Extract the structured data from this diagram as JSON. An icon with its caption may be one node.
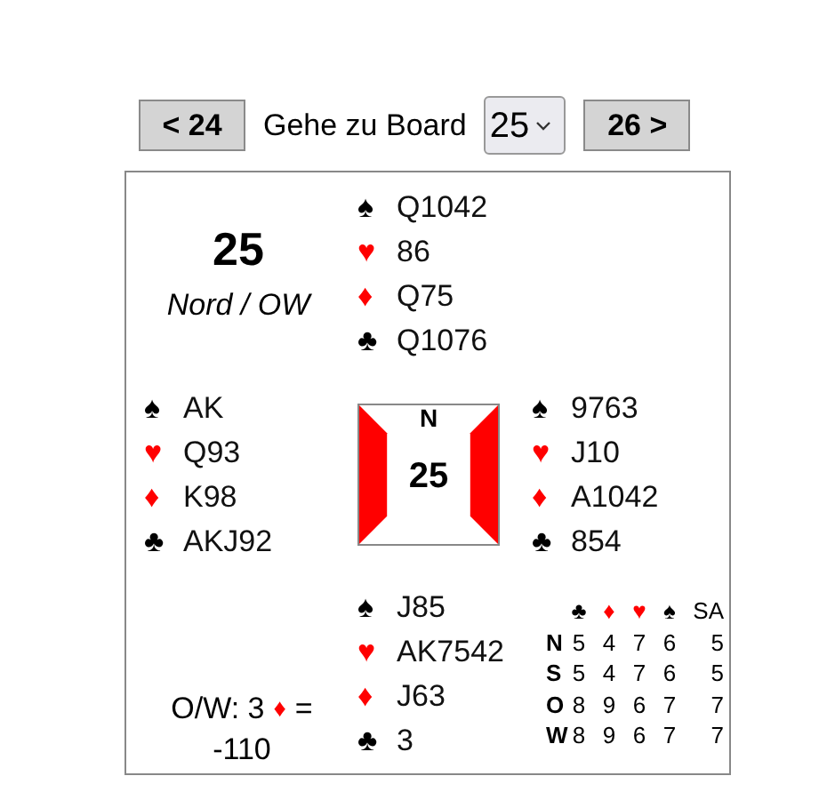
{
  "diagram": {
    "nodes": [
      {
        "text": [],
        "shape": "box"
      },
      {
        "text": [
          "N",
          "25"
        ],
        "in": 0
      }
    ],
    "labels": [
      "< 24",
      "Gehe zu Board",
      "25",
      "26 >",
      "25",
      "Nord / OW",
      "♠",
      "Q1042",
      "♥",
      "86",
      "♦",
      "Q75",
      "♣",
      "Q1076",
      "♠",
      "AK",
      "♥",
      "Q93",
      "♦",
      "K98",
      "♣",
      "AKJ92",
      "♠",
      "9763",
      "♥",
      "J10",
      "♦",
      "A1042",
      "♣",
      "854",
      "♠",
      "J85",
      "♥",
      "AK7542",
      "♦",
      "J63",
      "♣",
      "3",
      "♣",
      "♦",
      "♥",
      "♠",
      "SA",
      "N",
      "5",
      "4",
      "7",
      "6",
      "5",
      "S",
      "5",
      "4",
      "7",
      "6",
      "5",
      "O",
      "8",
      "9",
      "6",
      "7",
      "7",
      "W",
      "8",
      "9",
      "6",
      "7",
      "7",
      "O/W: 3",
      "♦",
      "=",
      "-110"
    ]
  }
}
